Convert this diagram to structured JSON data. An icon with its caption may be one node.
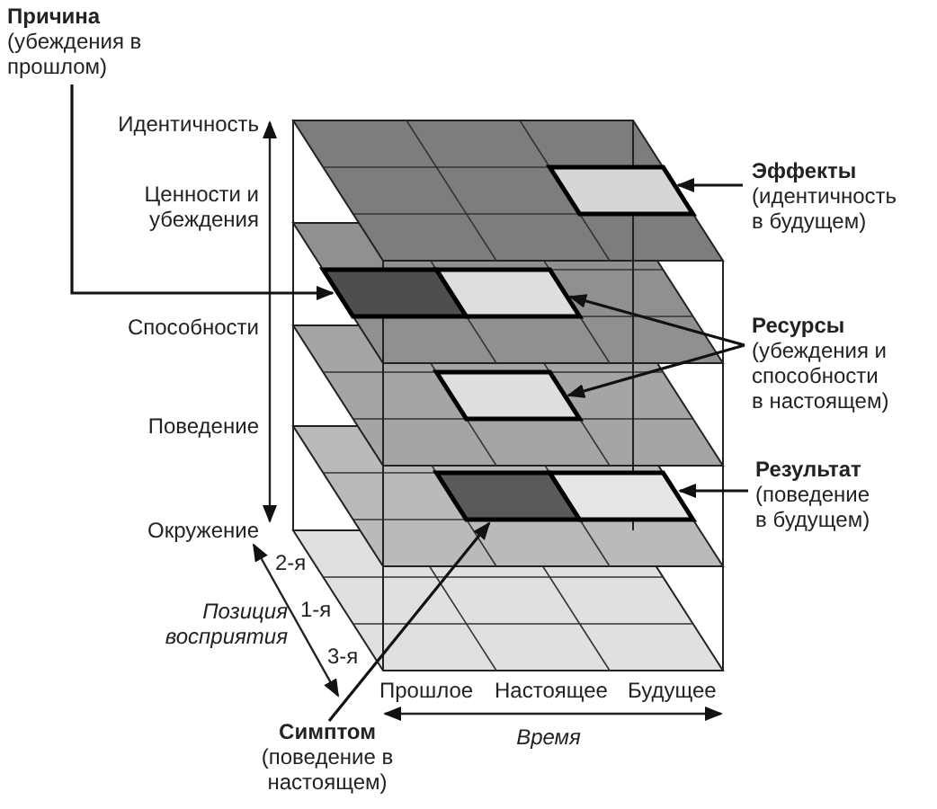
{
  "diagram": {
    "nodes": [
      {
        "text": [
          "Причина",
          "(убеждения в прошлом)"
        ]
      },
      {
        "text": [
          "Эффекты",
          "(идентичность в будущем)"
        ]
      },
      {
        "text": [],
        "shape": "parallelogram"
      },
      {
        "text": [],
        "shape": "parallelogram"
      },
      {
        "text": [],
        "shape": "parallelogram"
      },
      {
        "text": [
          "Ресурсы",
          "(убеждения и способности в настоящем)"
        ]
      },
      {
        "text": [],
        "shape": "parallelogram"
      },
      {
        "text": [
          "Результат",
          "(поведение в будущем)"
        ]
      },
      {
        "text": [],
        "shape": "parallelogram"
      },
      {
        "text": [],
        "shape": "parallelogram"
      },
      {
        "text": [
          "Симптом",
          "(поведение в настоящем)"
        ]
      }
    ],
    "edges": [
      {
        "from": 0,
        "to": 3,
        "arrow": "to"
      },
      {
        "from": 1,
        "to": 2,
        "arrow": "to"
      },
      {
        "from": 5,
        "to": 4,
        "arrow": "to"
      },
      {
        "from": 5,
        "to": 6,
        "arrow": "to"
      },
      {
        "from": 7,
        "to": 9,
        "arrow": "to"
      },
      {
        "from": 10,
        "to": 8,
        "arrow": "to"
      }
    ],
    "labels": [
      "Идентичность",
      "Ценности и убеждения",
      "Способности",
      "Поведение",
      "Окружение",
      "2-я",
      "1-я",
      "3-я",
      "Позиция восприятия",
      "Прошлое",
      "Настоящее",
      "Будущее",
      "Время"
    ]
  }
}
